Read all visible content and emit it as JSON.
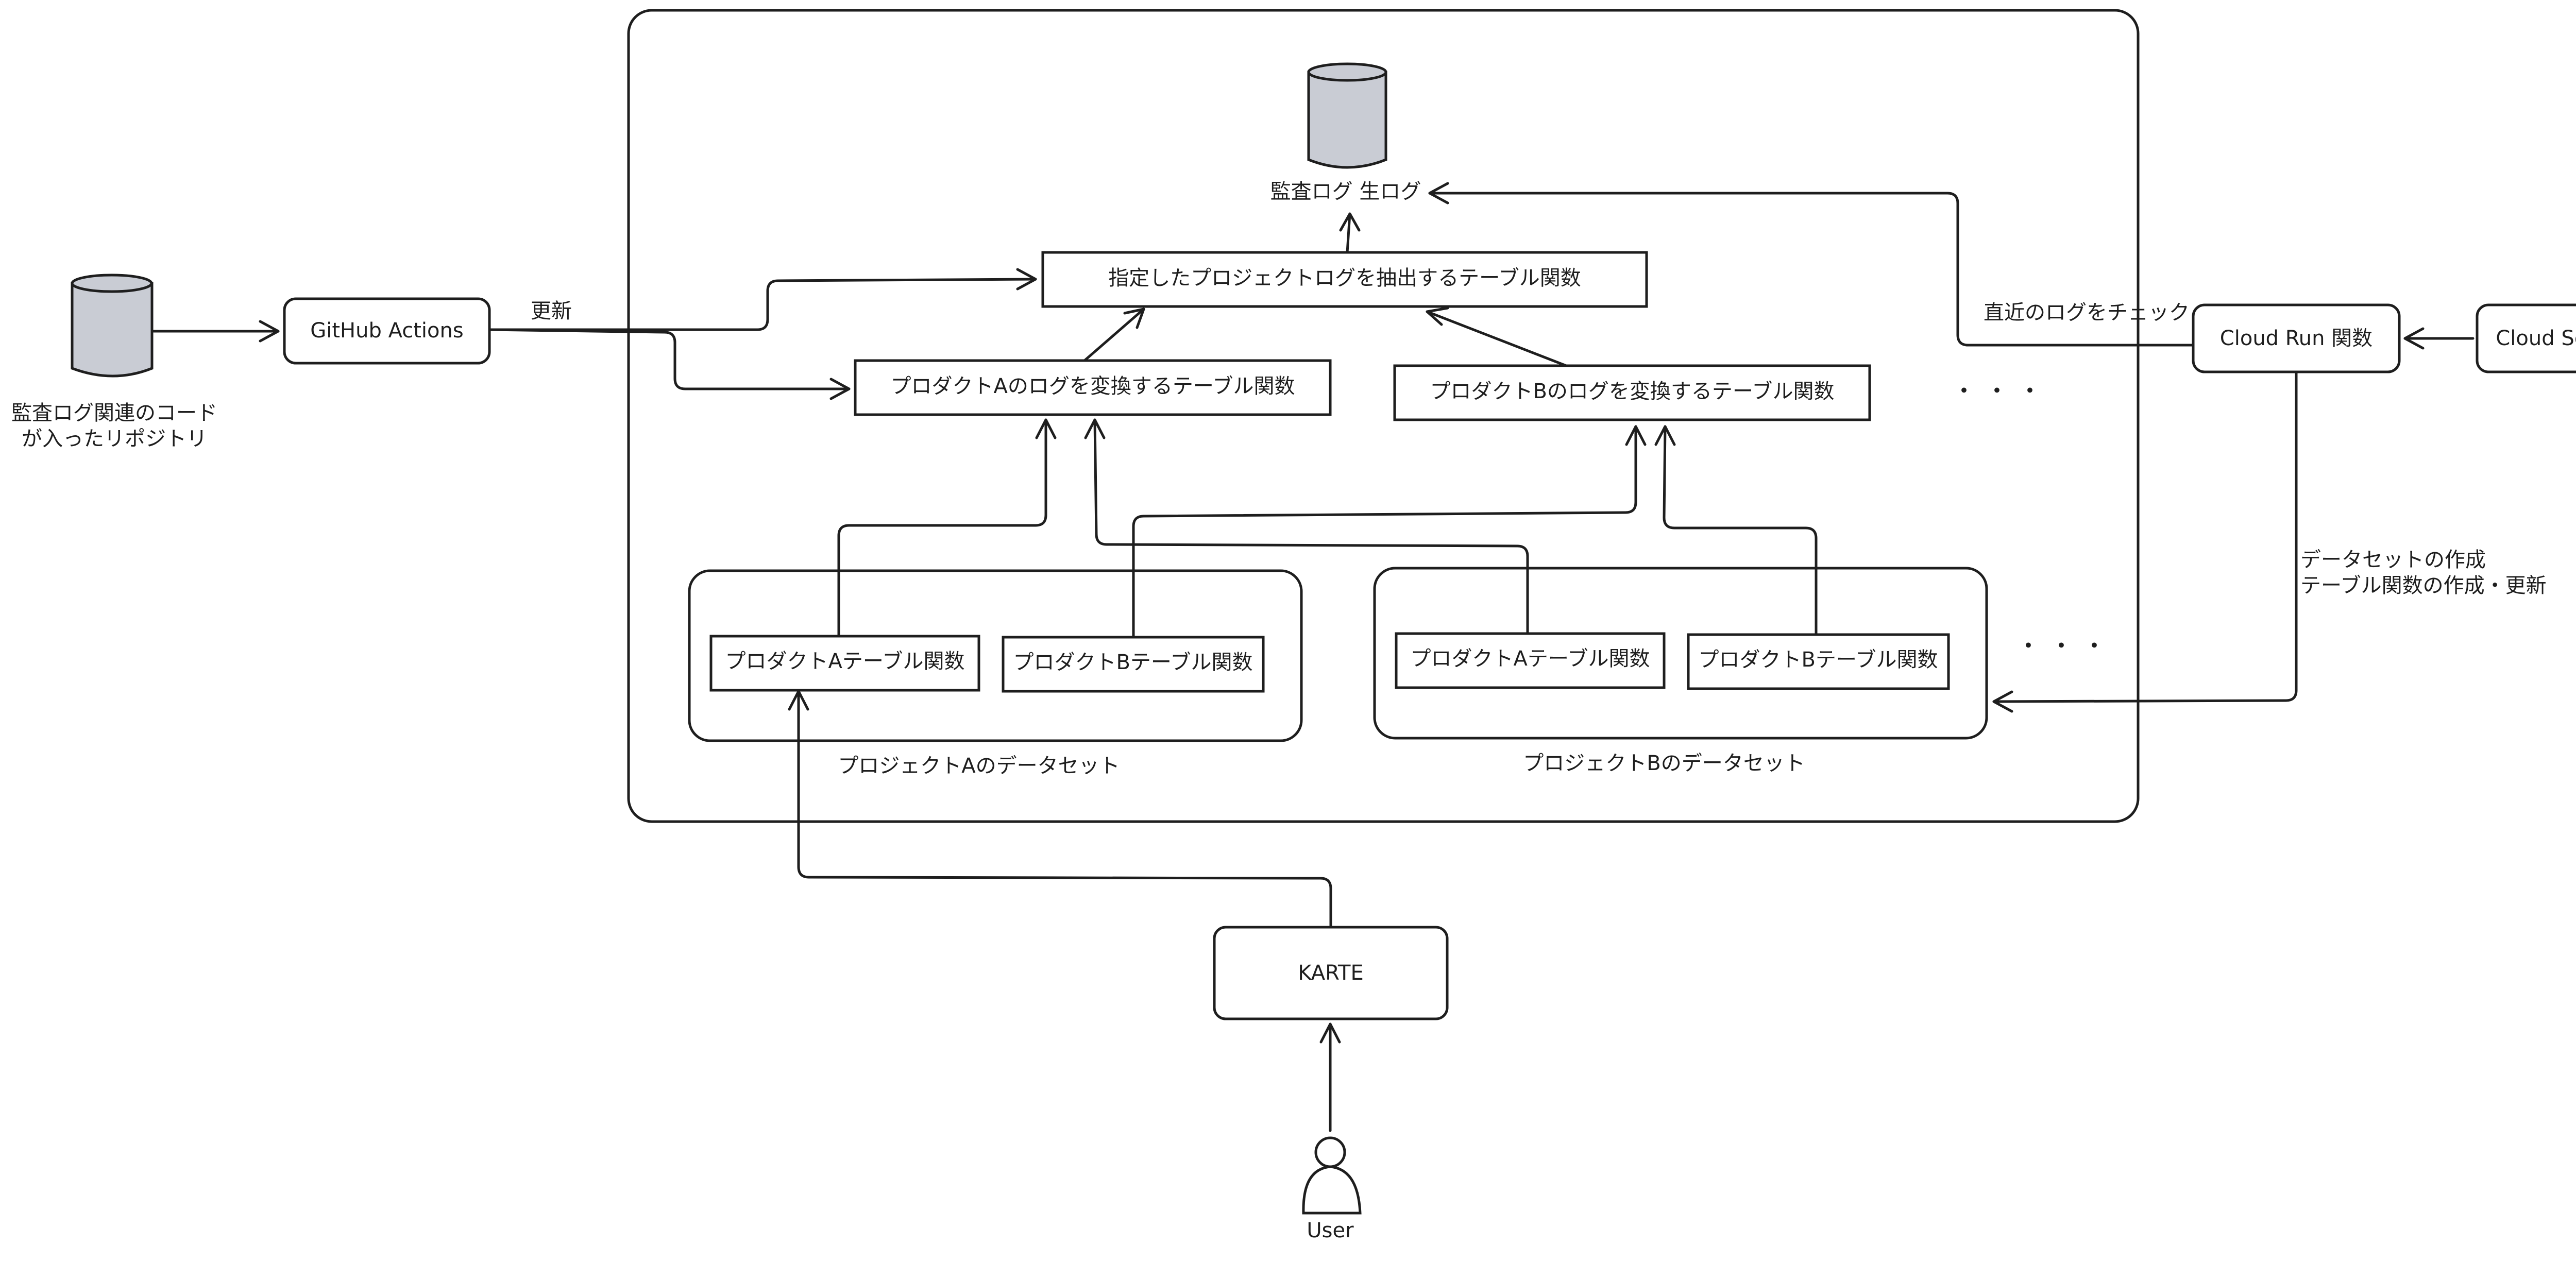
{
  "nodes": {
    "repo_db_label": [
      "監査ログ関連のコード",
      "が入ったリポジトリ"
    ],
    "github_actions": "GitHub Actions",
    "raw_log_db_label": "監査ログ 生ログ",
    "extract_func": "指定したプロジェクトログを抽出するテーブル関数",
    "product_a_convert": "プロダクトAのログを変換するテーブル関数",
    "product_b_convert": "プロダクトBのログを変換するテーブル関数",
    "dataset_a": {
      "label": "プロジェクトAのデータセット",
      "product_a_func": "プロダクトAテーブル関数",
      "product_b_func": "プロダクトBテーブル関数"
    },
    "dataset_b": {
      "label": "プロジェクトBのデータセット",
      "product_a_func": "プロダクトAテーブル関数",
      "product_b_func": "プロダクトBテーブル関数"
    },
    "ellipsis_upper": "・・・",
    "ellipsis_lower": "・・・",
    "cloud_run": "Cloud Run 関数",
    "cloud_scheduler": "Cloud Scheduler",
    "karte": "KARTE",
    "user": "User"
  },
  "edges": {
    "update_label": "更新",
    "check_recent_logs_label": "直近のログをチェック",
    "create_label": [
      "データセットの作成",
      "テーブル関数の作成・更新"
    ]
  }
}
